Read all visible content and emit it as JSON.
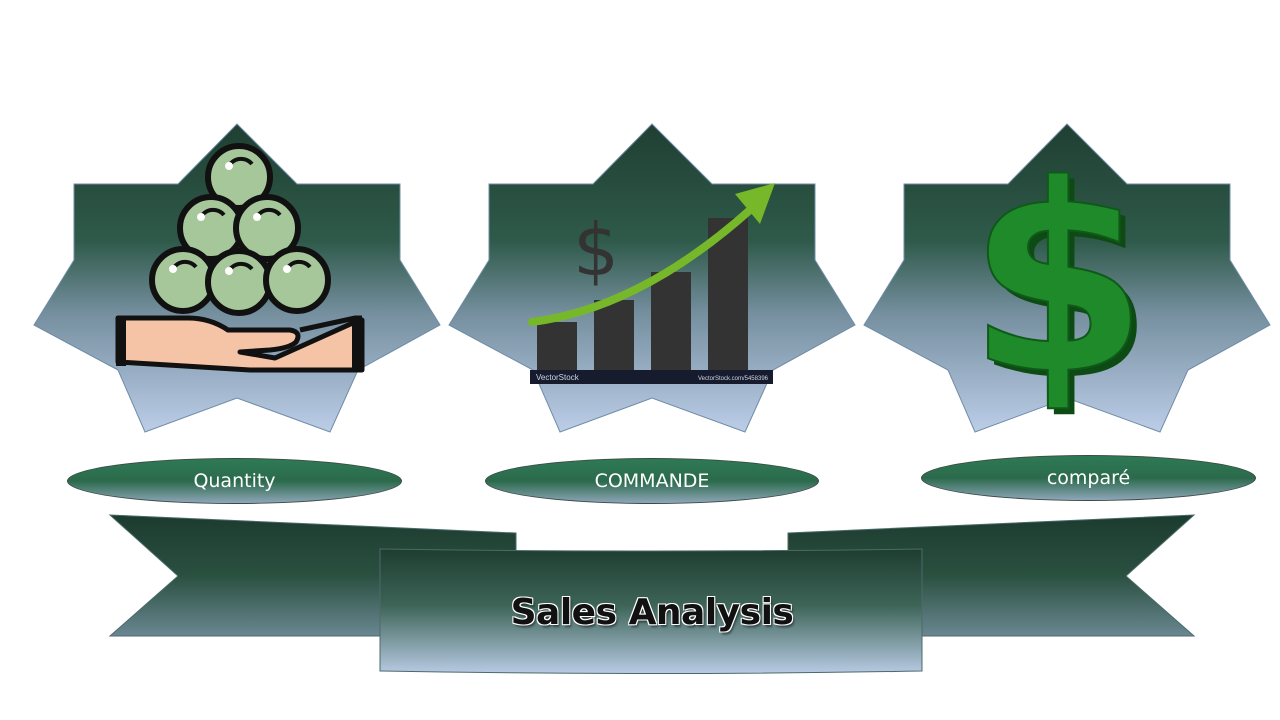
{
  "cards": [
    {
      "label": "Quantity",
      "icon": "coins-in-hand-icon"
    },
    {
      "label": "COMMANDE",
      "icon": "growth-chart-icon"
    },
    {
      "label": "comparé",
      "icon": "dollar-sign-icon"
    }
  ],
  "banner": {
    "title": "Sales Analysis"
  },
  "watermark": {
    "brand": "VectorStock",
    "code": "VectorStock.com/5458396"
  },
  "colors": {
    "star_top": "#1f3f32",
    "star_bottom": "#b9cbe6",
    "pill": "#2b6a4c",
    "dollar_green": "#1f8a2a",
    "chart_bar": "#333333",
    "arrow": "#76b82a"
  }
}
